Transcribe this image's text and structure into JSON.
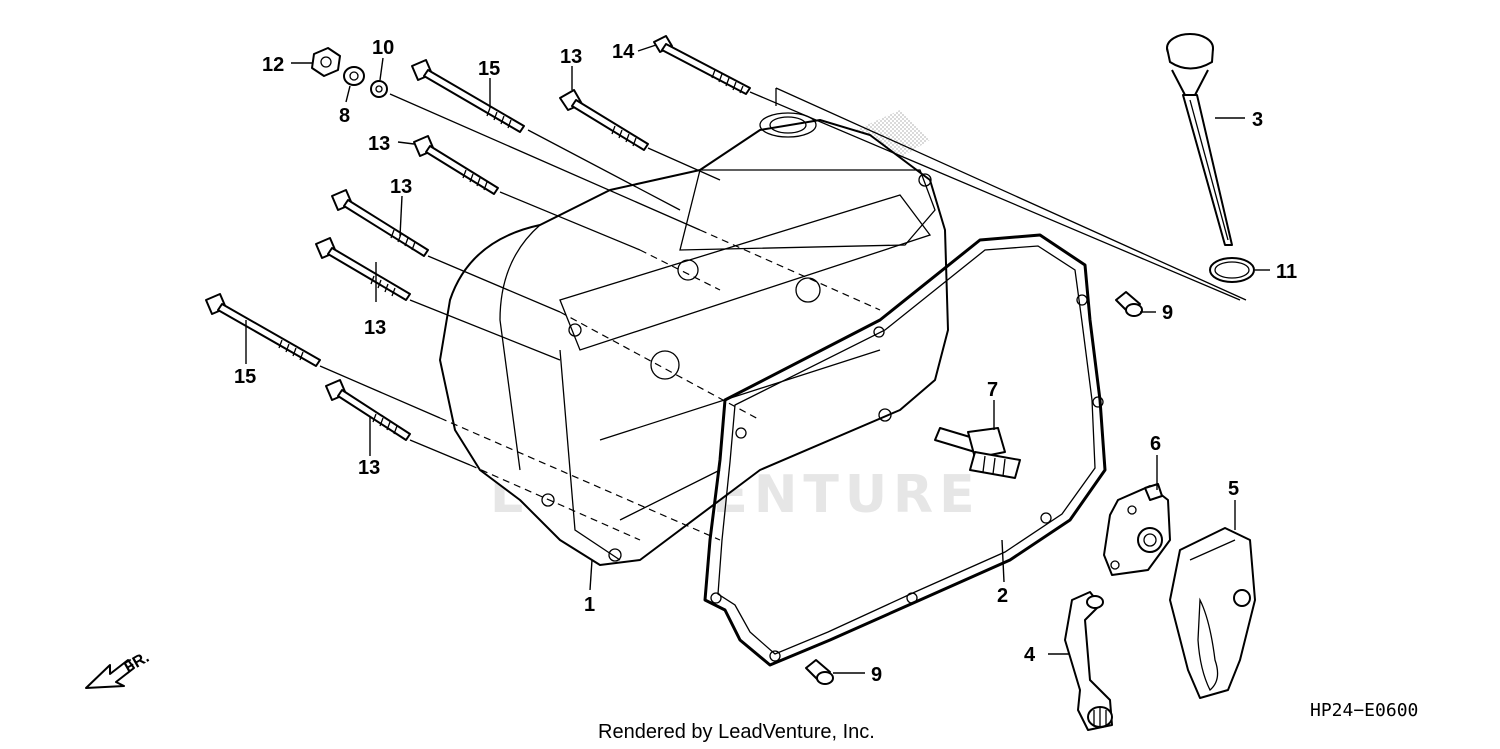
{
  "diagram_code": "HP24−E0600",
  "watermark": "LEADVENTURE",
  "footer": "Rendered by LeadVenture, Inc.",
  "direction_label": "FR.",
  "callouts": {
    "c1": "1",
    "c2": "2",
    "c3": "3",
    "c4": "4",
    "c5": "5",
    "c6": "6",
    "c7": "7",
    "c8": "8",
    "c9a": "9",
    "c9b": "9",
    "c10": "10",
    "c11": "11",
    "c12": "12",
    "c13a": "13",
    "c13b": "13",
    "c13c": "13",
    "c13d": "13",
    "c13e": "13",
    "c14": "14",
    "c15a": "15",
    "c15b": "15"
  }
}
